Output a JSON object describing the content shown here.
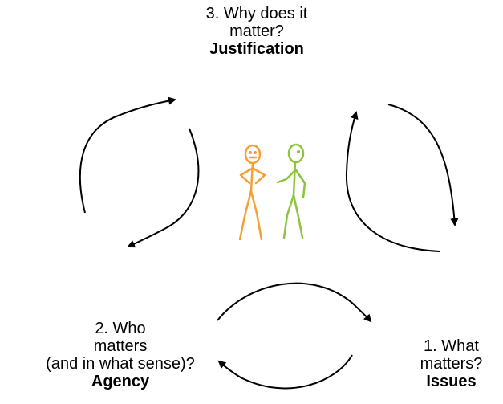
{
  "nodes": {
    "top": {
      "line1": "3. Why does it",
      "line2": "matter?",
      "keyword": "Justification"
    },
    "left": {
      "line1": "2. Who",
      "line2": "matters",
      "line3": "(and in what sense)?",
      "keyword": "Agency"
    },
    "right": {
      "line1": "1. What",
      "line2": "matters?",
      "keyword": "Issues"
    }
  },
  "colors": {
    "arrow": "#000000",
    "figure_left": "#f5a033",
    "figure_right": "#8cc43c"
  },
  "icons": [
    "orange-stick-figure-icon",
    "green-stick-figure-icon"
  ]
}
